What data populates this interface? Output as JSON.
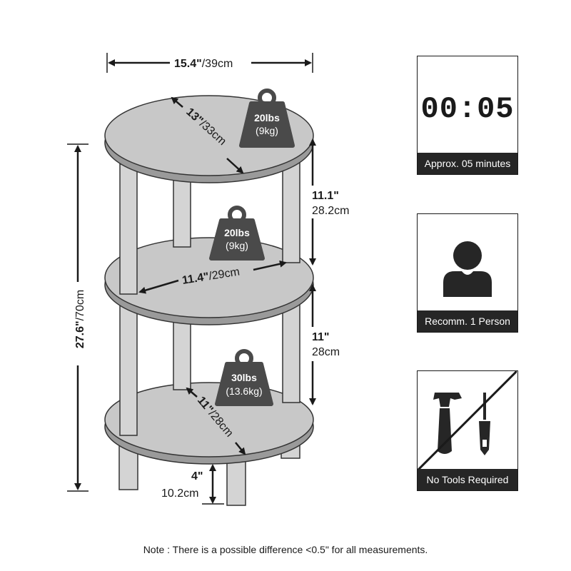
{
  "dimensions": {
    "width": {
      "bold": "15.4\"",
      "rest": "/39cm"
    },
    "top_diameter": {
      "bold": "13\"",
      "rest": "/33cm"
    },
    "middle_diameter": {
      "bold": "11.4\"",
      "rest": "/29cm"
    },
    "bottom_diameter": {
      "bold": "11\"",
      "rest": "/28cm"
    },
    "total_height": {
      "bold": "27.6\"",
      "rest": "/70cm"
    },
    "upper_gap": {
      "bold": "11.1\"",
      "rest": "28.2cm"
    },
    "lower_gap": {
      "bold": "11\"",
      "rest": "28cm"
    },
    "foot_height": {
      "bold": "4\"",
      "rest": "10.2cm"
    }
  },
  "weights": [
    {
      "lbs": "20lbs",
      "kg": "(9kg)"
    },
    {
      "lbs": "20lbs",
      "kg": "(9kg)"
    },
    {
      "lbs": "30lbs",
      "kg": "(13.6kg)"
    }
  ],
  "cards": [
    {
      "display": "00:05",
      "caption": "Approx. 05 minutes",
      "icon": "timer-display"
    },
    {
      "caption": "Recomm. 1 Person",
      "icon": "person-icon"
    },
    {
      "caption": "No Tools Required",
      "icon": "no-tools-icon"
    }
  ],
  "note": "Note : There is a possible difference <0.5\" for all measurements.",
  "colors": {
    "shelf": "#c8c8c8",
    "leg": "#d4d4d4",
    "weight": "#4a4a4a",
    "caption_bg": "#262626"
  }
}
